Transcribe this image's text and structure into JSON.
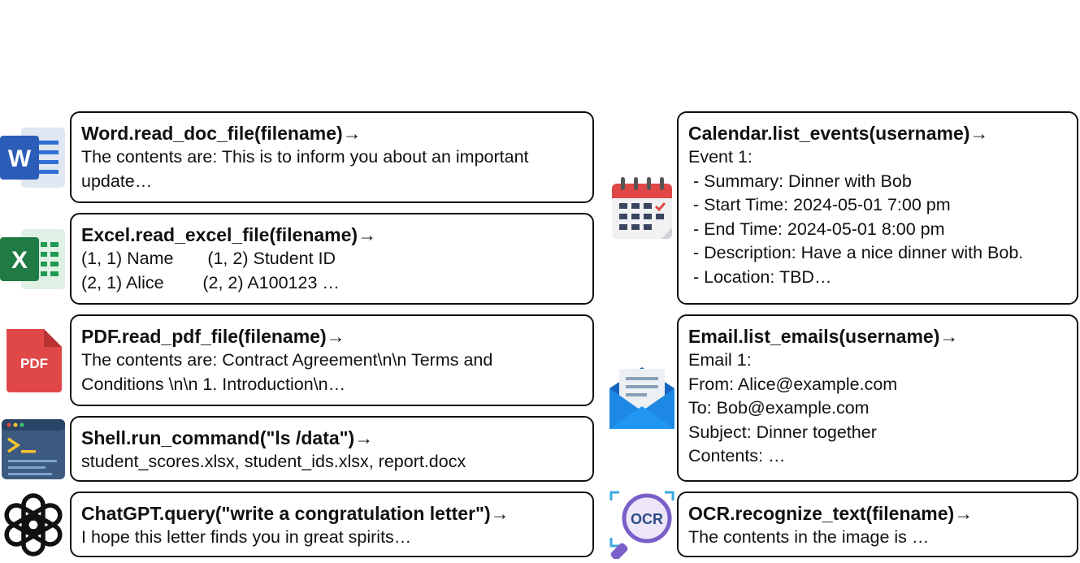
{
  "tools": {
    "word": {
      "title": "Word.read_doc_file(filename)→",
      "lines": [
        "The contents are: This is to inform you about an important",
        "update…"
      ]
    },
    "excel": {
      "title": "Excel.read_excel_file(filename)→",
      "lines": [
        "(1, 1) Name       (1, 2) Student ID",
        "(2, 1) Alice        (2, 2) A100123 …"
      ]
    },
    "pdf": {
      "title": "PDF.read_pdf_file(filename)→",
      "lines": [
        "The contents are: Contract Agreement\\n\\n Terms and",
        "Conditions \\n\\n 1. Introduction\\n…"
      ],
      "icon_text": "PDF"
    },
    "shell": {
      "title": "Shell.run_command(\"ls /data\")→",
      "lines": [
        "student_scores.xlsx, student_ids.xlsx, report.docx"
      ]
    },
    "chatgpt": {
      "title": "ChatGPT.query(\"write a congratulation letter\")→",
      "lines": [
        "I hope this letter finds you in great spirits…"
      ]
    },
    "calendar": {
      "title": "Calendar.list_events(username)→",
      "lines": [
        "Event 1:",
        " - Summary: Dinner with Bob",
        " - Start Time: 2024-05-01 7:00 pm",
        " - End Time: 2024-05-01 8:00 pm",
        " - Description: Have a nice dinner with Bob.",
        " - Location: TBD…"
      ]
    },
    "email": {
      "title": "Email.list_emails(username)→",
      "lines": [
        "Email 1:",
        "From: Alice@example.com",
        "To: Bob@example.com",
        "Subject: Dinner together",
        "Contents: …"
      ]
    },
    "ocr": {
      "title": "OCR.recognize_text(filename)→",
      "lines": [
        "The contents in the image is …"
      ],
      "icon_text": "OCR"
    }
  },
  "colors": {
    "word": "#2b5cb8",
    "excel": "#1f7a43",
    "pdf": "#e04848",
    "shell": "#3d5a80",
    "calendar": "#e04848",
    "email": "#1e88e5",
    "ocr": "#7a5fc8"
  }
}
